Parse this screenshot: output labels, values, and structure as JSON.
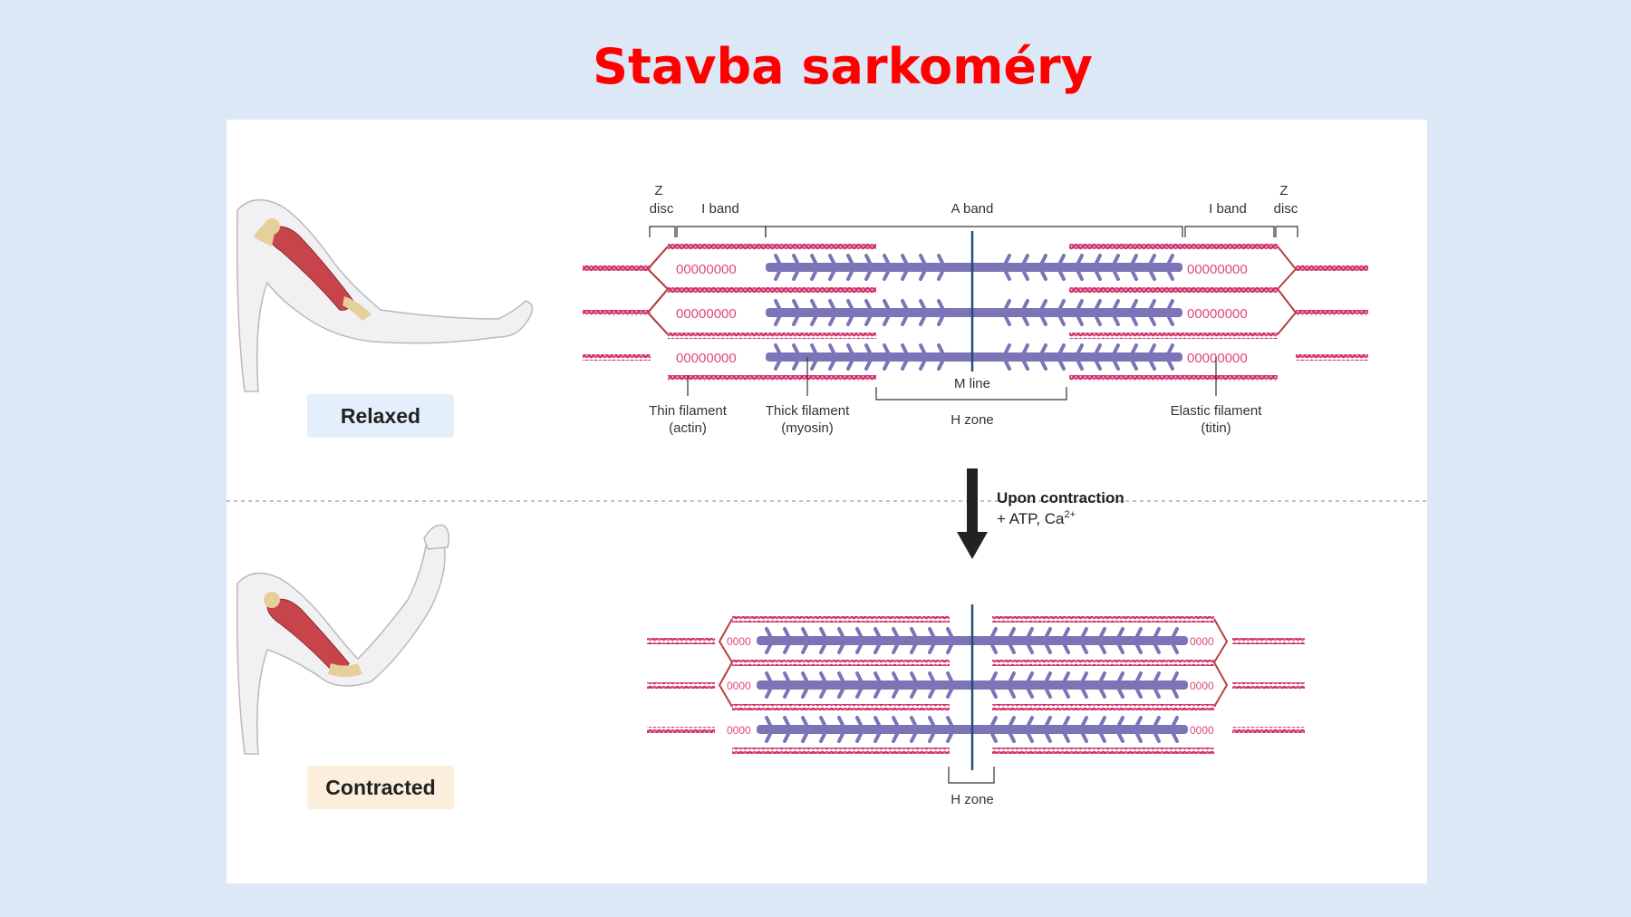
{
  "slide": {
    "title": "Stavba sarkoméry"
  },
  "states": {
    "relaxed_label": "Relaxed",
    "contracted_label": "Contracted",
    "relaxed_bg": "#e3f0fb",
    "contracted_bg": "#fbeedd"
  },
  "labels": {
    "z_disc_left_1": "Z",
    "z_disc_left_2": "disc",
    "i_band_left": "I band",
    "a_band": "A band",
    "i_band_right": "I band",
    "z_disc_right_1": "Z",
    "z_disc_right_2": "disc",
    "m_line": "M line",
    "h_zone": "H zone",
    "thin_filament_1": "Thin filament",
    "thin_filament_2": "(actin)",
    "thick_filament_1": "Thick filament",
    "thick_filament_2": "(myosin)",
    "elastic_filament_1": "Elastic filament",
    "elastic_filament_2": "(titin)",
    "contraction_title": "Upon contraction",
    "contraction_sub": "+ ATP, Ca",
    "contraction_sup": "2+",
    "h_zone_contracted": "H zone"
  },
  "colors": {
    "actin": "#e0467c",
    "myosin": "#7b74b6",
    "titin": "#e0467c",
    "m_line": "#1f4e79",
    "z_disc": "#b5403f",
    "muscle": "#c8444b",
    "title": "#ff0000"
  }
}
